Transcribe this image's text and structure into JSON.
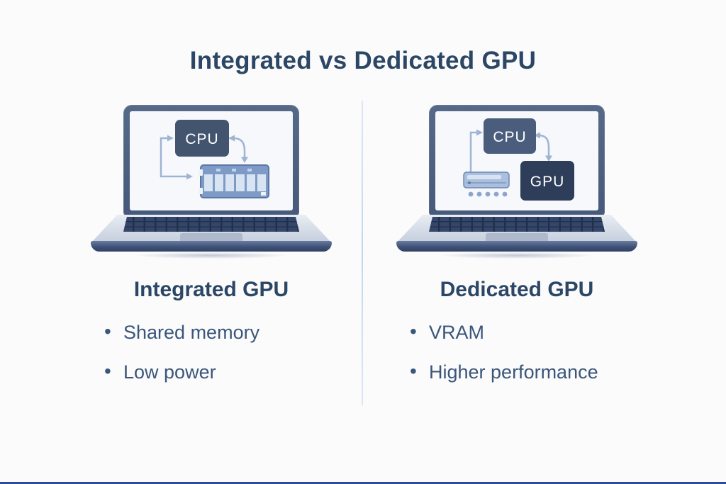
{
  "title": "Integrated vs Dedicated GPU",
  "left": {
    "heading": "Integrated GPU",
    "bullets": [
      "Shared memory",
      "Low power"
    ],
    "diagram": {
      "cpu_label": "CPU"
    }
  },
  "right": {
    "heading": "Dedicated GPU",
    "bullets": [
      "VRAM",
      "Higher performance"
    ],
    "diagram": {
      "cpu_label": "CPU",
      "gpu_label": "GPU"
    }
  },
  "colors": {
    "background": "#fcfbfc",
    "title_text": "#2b4765",
    "bullet_text": "#3a567a",
    "laptop_frame": "#4c5f7f",
    "cpu_box_left": "#43546f",
    "cpu_box_right": "#4a5d7c",
    "gpu_box": "#2e3d59",
    "ram_module": "#7e9ac6",
    "vram_module": "#a9bfdd",
    "arrow": "#9fb3d3",
    "divider": "#c4d6ec",
    "footer_bar": "#2d4c9f"
  }
}
